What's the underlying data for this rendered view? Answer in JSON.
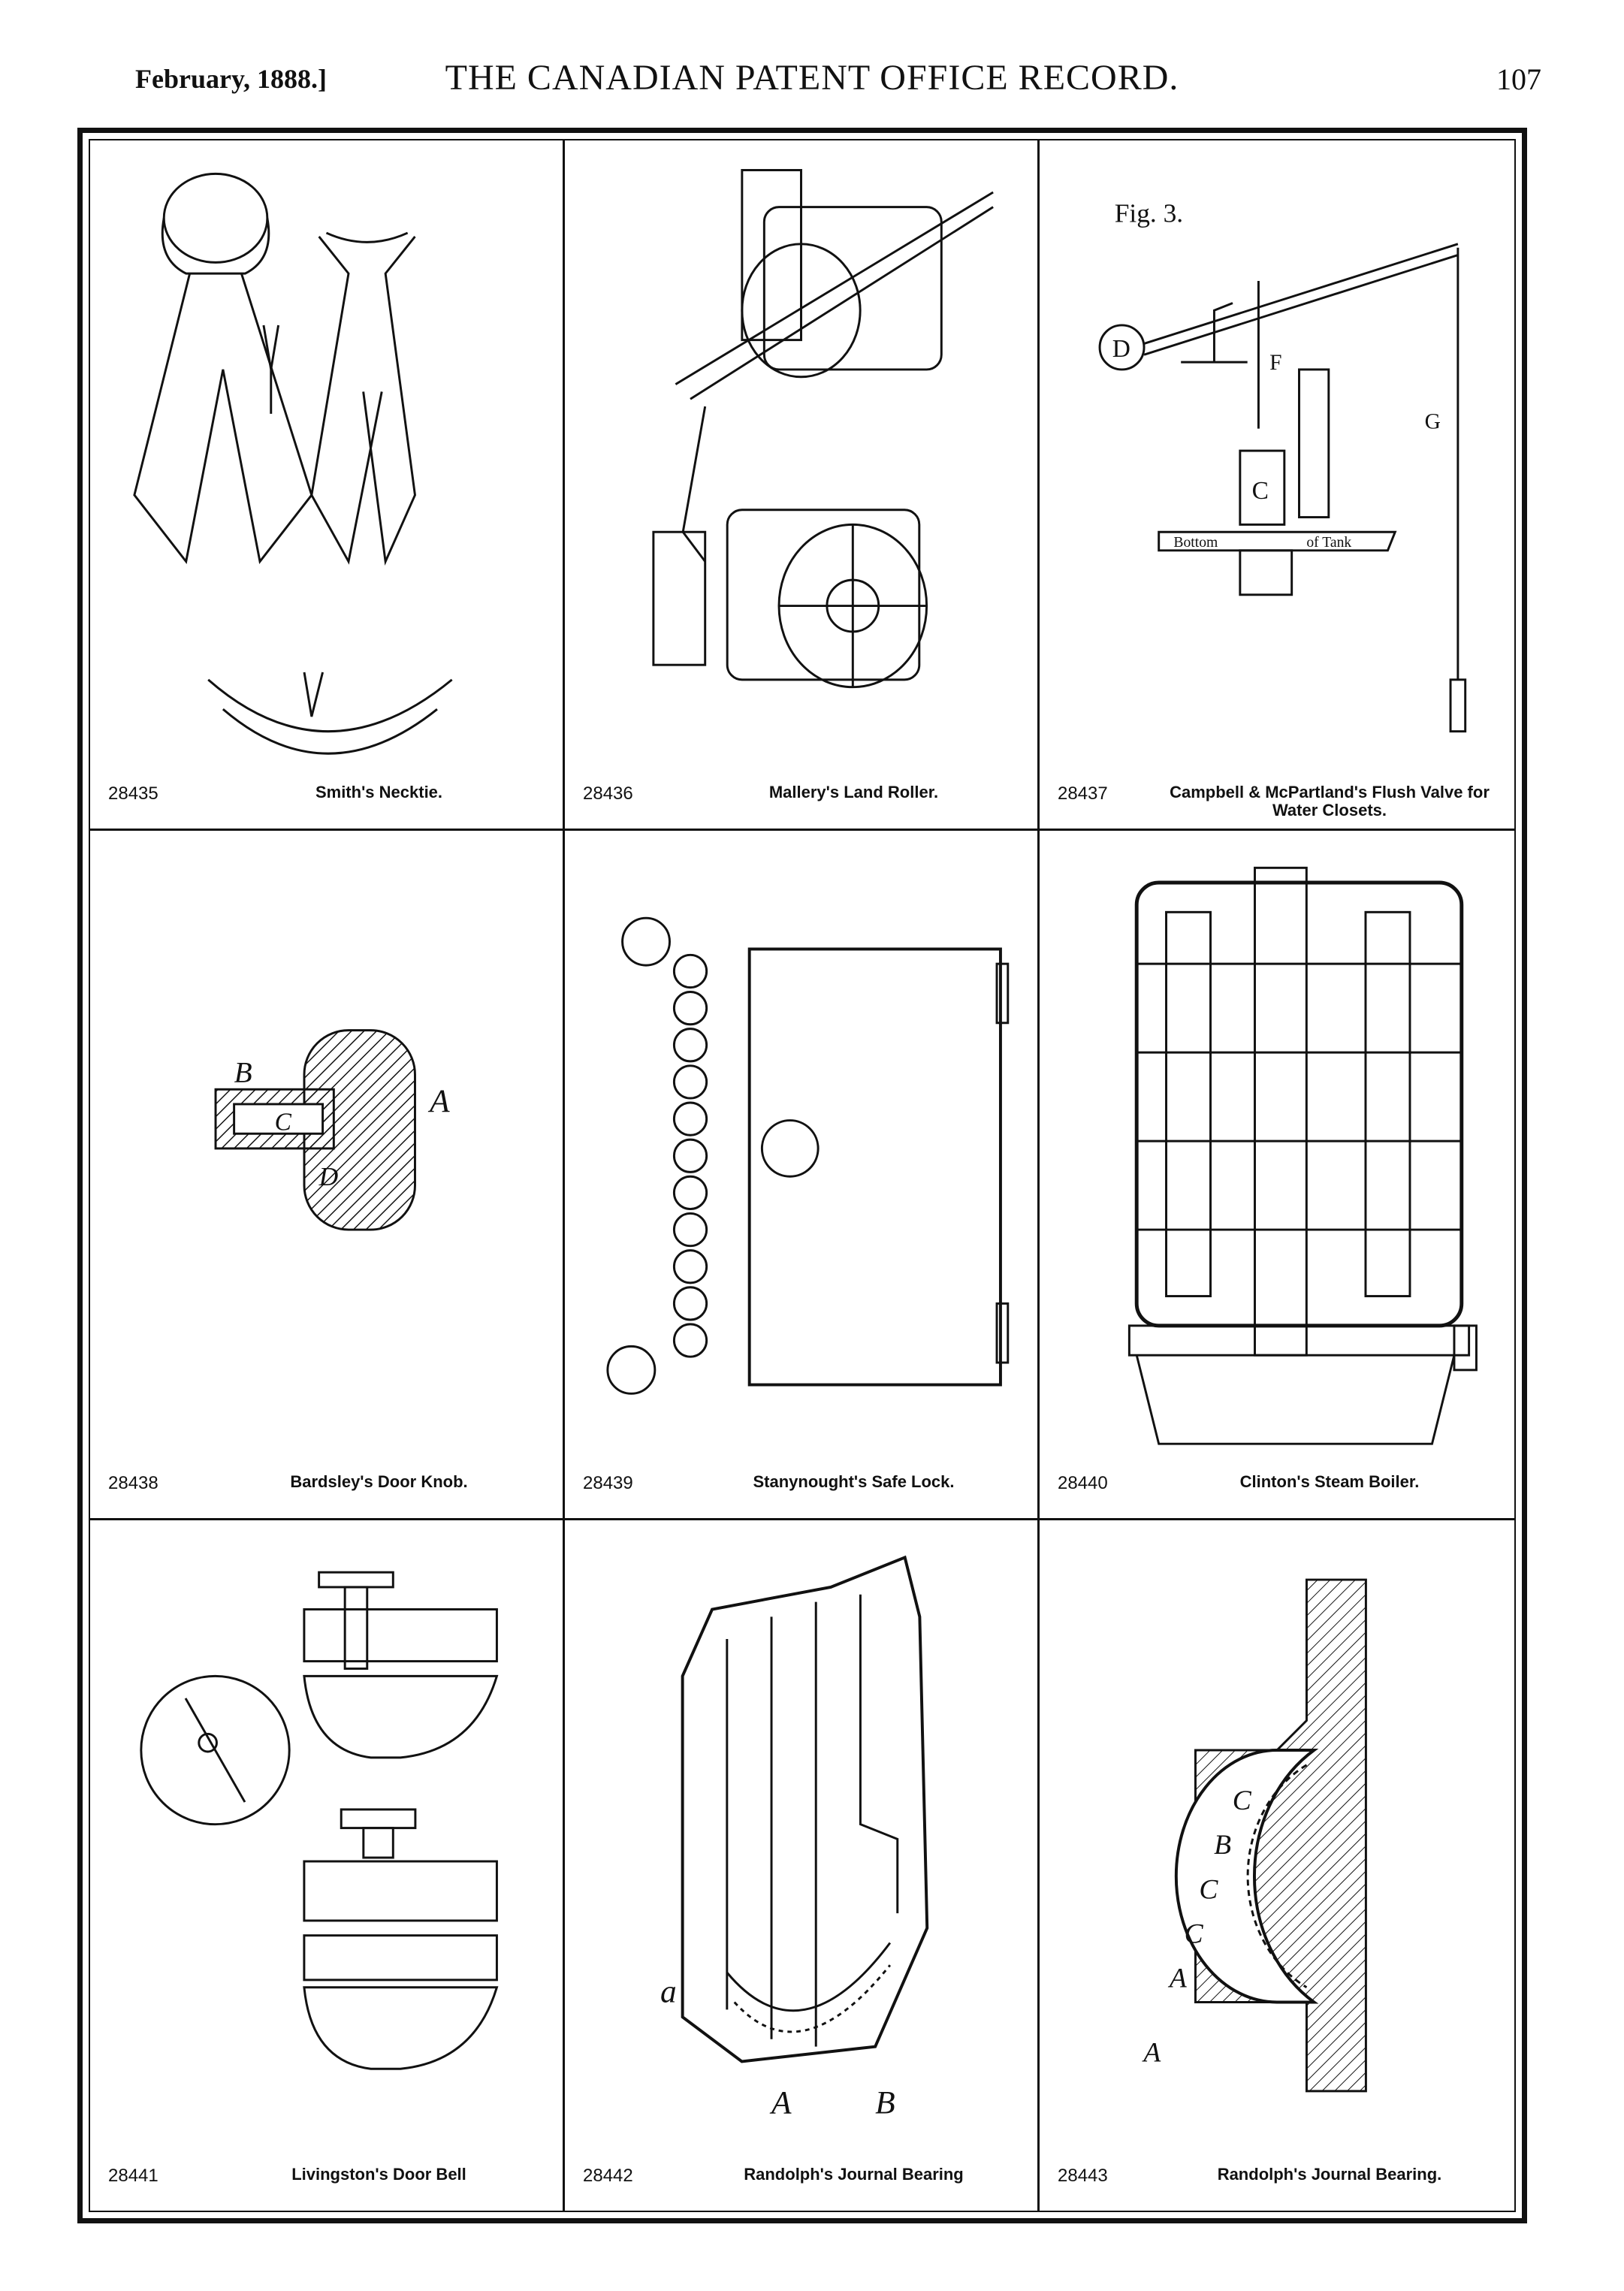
{
  "header": {
    "date": "February, 1888.]",
    "title": "THE CANADIAN PATENT OFFICE RECORD.",
    "page_number": "107"
  },
  "figures": [
    {
      "number": "28435",
      "title": "Smith's Necktie."
    },
    {
      "number": "28436",
      "title": "Mallery's Land Roller."
    },
    {
      "number": "28437",
      "title": "Campbell & McPartland's Flush Valve for Water Closets.",
      "fig_label": "Fig. 3.",
      "labels": [
        "D",
        "F",
        "G",
        "C",
        "Bottom",
        "of Tank"
      ]
    },
    {
      "number": "28438",
      "title": "Bardsley's Door Knob.",
      "labels": [
        "B",
        "C",
        "A",
        "D"
      ]
    },
    {
      "number": "28439",
      "title": "Stanynought's Safe Lock."
    },
    {
      "number": "28440",
      "title": "Clinton's Steam Boiler."
    },
    {
      "number": "28441",
      "title": "Livingston's Door Bell"
    },
    {
      "number": "28442",
      "title": "Randolph's Journal Bearing",
      "labels": [
        "a",
        "A",
        "B"
      ]
    },
    {
      "number": "28443",
      "title": "Randolph's Journal Bearing.",
      "labels": [
        "C",
        "B",
        "C",
        "C",
        "A",
        "A"
      ]
    }
  ]
}
